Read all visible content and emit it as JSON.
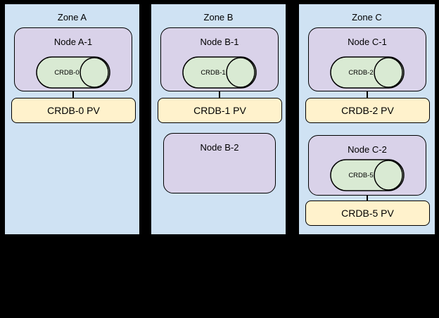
{
  "diagram": {
    "colors": {
      "background": "#000000",
      "zone_fill": "#cfe2f3",
      "node_fill": "#d9d2e9",
      "db_fill": "#d9ead3",
      "pv_fill": "#fff2cc",
      "stroke": "#000000",
      "text": "#000000"
    },
    "zones": [
      {
        "label": "Zone A",
        "nodes": [
          {
            "label": "Node A-1",
            "db": "CRDB-0",
            "pv": "CRDB-0 PV"
          }
        ]
      },
      {
        "label": "Zone B",
        "nodes": [
          {
            "label": "Node B-1",
            "db": "CRDB-1",
            "pv": "CRDB-1 PV"
          },
          {
            "label": "Node B-2"
          }
        ]
      },
      {
        "label": "Zone C",
        "nodes": [
          {
            "label": "Node C-1",
            "db": "CRDB-2",
            "pv": "CRDB-2 PV"
          },
          {
            "label": "Node C-2",
            "db": "CRDB-5",
            "pv": "CRDB-5 PV"
          }
        ]
      }
    ]
  }
}
